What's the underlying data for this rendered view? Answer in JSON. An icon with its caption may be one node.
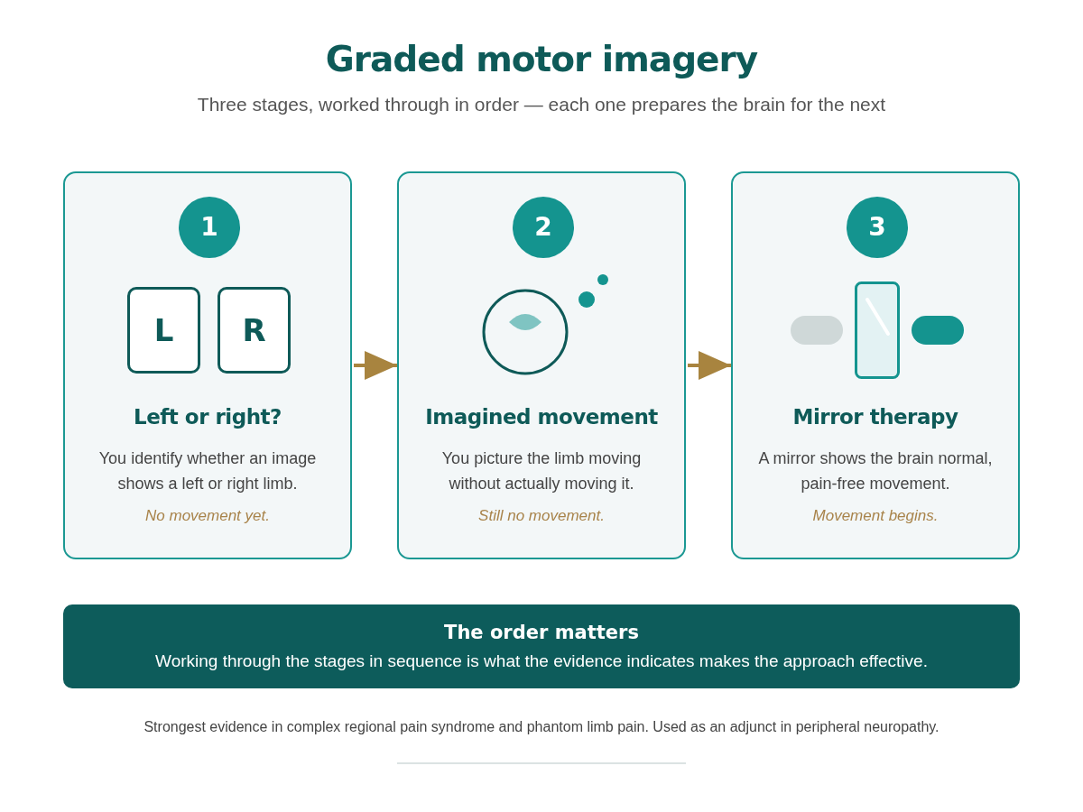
{
  "diagram": {
    "title": "Graded motor imagery",
    "nodes": [
      {
        "text": [
          "Left or right?",
          "You identify whether an image shows a left or right limb.",
          "No movement yet."
        ]
      },
      {
        "text": [
          "1"
        ],
        "in": 0
      },
      {
        "text": [
          "L"
        ],
        "in": 0
      },
      {
        "text": [
          "R"
        ],
        "in": 0
      },
      {
        "text": [
          "Imagined movement",
          "You picture the limb moving without actually moving it.",
          "Still no movement."
        ]
      },
      {
        "text": [
          "2"
        ],
        "in": 4
      },
      {
        "text": [
          "Mirror therapy",
          "A mirror shows the brain normal, pain-free movement.",
          "Movement begins."
        ]
      },
      {
        "text": [
          "3"
        ],
        "in": 6
      },
      {
        "text": [
          "The order matters",
          "Working through the stages in sequence is what the evidence indicates makes the approach effective."
        ]
      }
    ],
    "edges": [
      {
        "from": 0,
        "to": 4,
        "arrow": "to"
      },
      {
        "from": 4,
        "to": 6,
        "arrow": "to"
      }
    ],
    "labels": [
      "Three stages, worked through in order — each one prepares the brain for the next",
      "Strongest evidence in complex regional pain syndrome and phantom limb pain. Used as an adjunct in peripheral neuropathy."
    ]
  }
}
